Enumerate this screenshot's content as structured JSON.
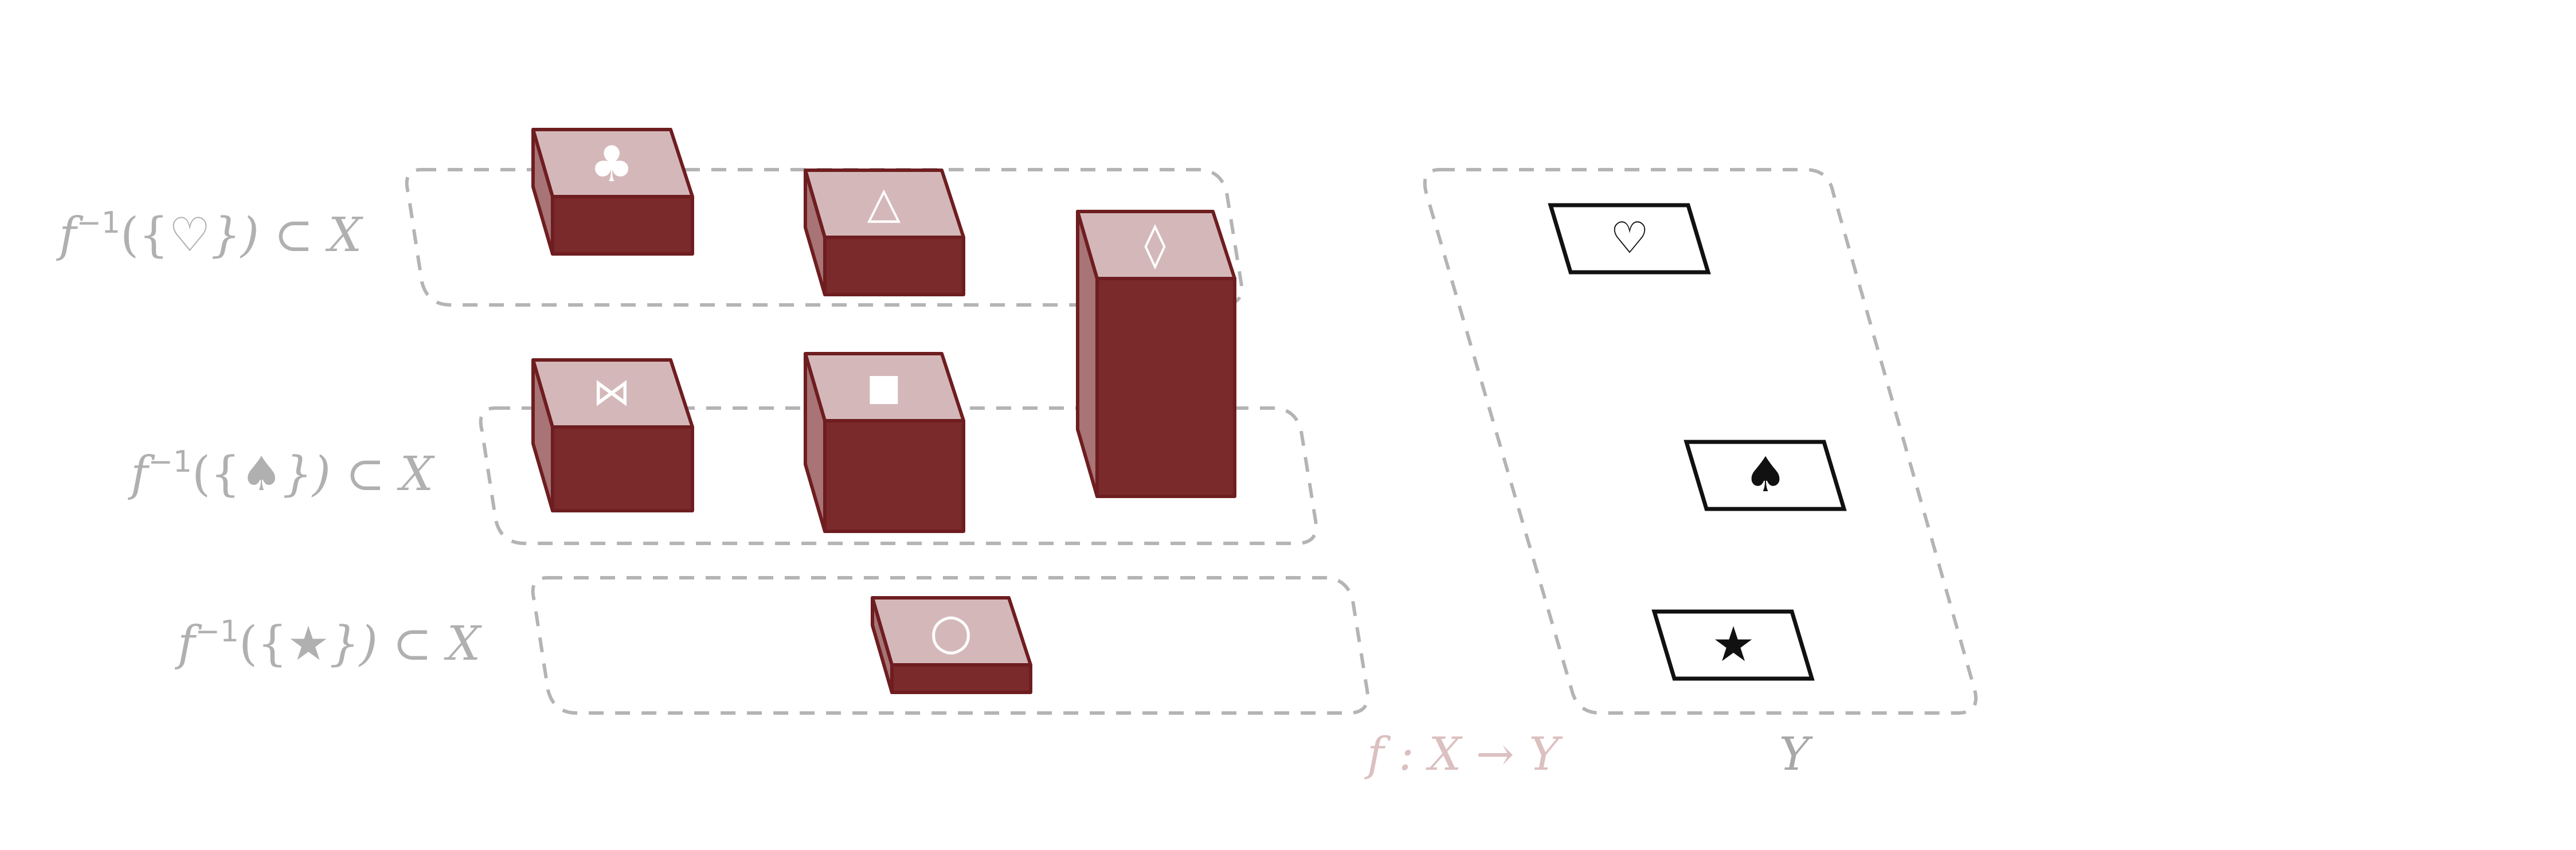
{
  "domain_labels": [
    {
      "pre": "f",
      "sup": "−1",
      "open": "({",
      "sym": "♡",
      "close": "}) ⊂ X"
    },
    {
      "pre": "f",
      "sup": "−1",
      "open": "({",
      "sym": "♠",
      "close": "}) ⊂ X"
    },
    {
      "pre": "f",
      "sup": "−1",
      "open": "({",
      "sym": "★",
      "close": "}) ⊂ X"
    }
  ],
  "codomain": {
    "label": "Y",
    "elements": [
      {
        "sym": "♡",
        "name": "heart"
      },
      {
        "sym": "♠",
        "name": "spade"
      },
      {
        "sym": "★",
        "name": "star"
      }
    ]
  },
  "map_label": "f : X → Y",
  "blocks": [
    {
      "sym": "♣",
      "name": "club",
      "maps_to": "heart"
    },
    {
      "sym": "△",
      "name": "triangle",
      "maps_to": "heart"
    },
    {
      "sym": "◊",
      "name": "diamond",
      "maps_to": "heart"
    },
    {
      "sym": "⋈",
      "name": "bowtie",
      "maps_to": "spade"
    },
    {
      "sym": "■",
      "name": "square",
      "maps_to": "spade"
    },
    {
      "sym": "○",
      "name": "circle",
      "maps_to": "star"
    }
  ],
  "colors": {
    "block_front": "#7b2a2c",
    "block_top": "#d4b8b9",
    "block_side": "#a87475",
    "block_edge": "#6e1d20",
    "dashed": "#b4b4b4",
    "label_gray": "#b0b0b0",
    "map_label": "#dcc0c0",
    "codomain_stroke": "#111111"
  }
}
